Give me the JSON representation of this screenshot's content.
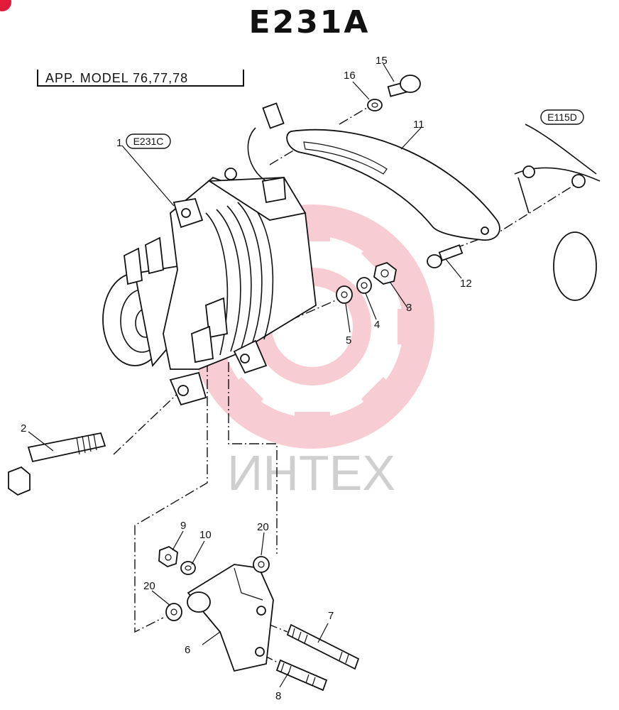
{
  "diagram": {
    "title": "E231A",
    "app_model": "APP. MODEL  76,77,78",
    "watermark": "ИНТЕХ",
    "refs": {
      "alternator_ref": "E231C",
      "flywheel_ref": "E115D"
    },
    "callouts": {
      "c1": "1",
      "c2": "2",
      "c3": "3",
      "c4": "4",
      "c5": "5",
      "c6": "6",
      "c7": "7",
      "c8": "8",
      "c9": "9",
      "c10": "10",
      "c11": "11",
      "c12": "12",
      "c15": "15",
      "c16": "16",
      "c20a": "20",
      "c20b": "20"
    },
    "colors": {
      "ink": "#111111",
      "watermark_red": "#e31b3b",
      "watermark_gray": "#cfcfcf"
    }
  }
}
